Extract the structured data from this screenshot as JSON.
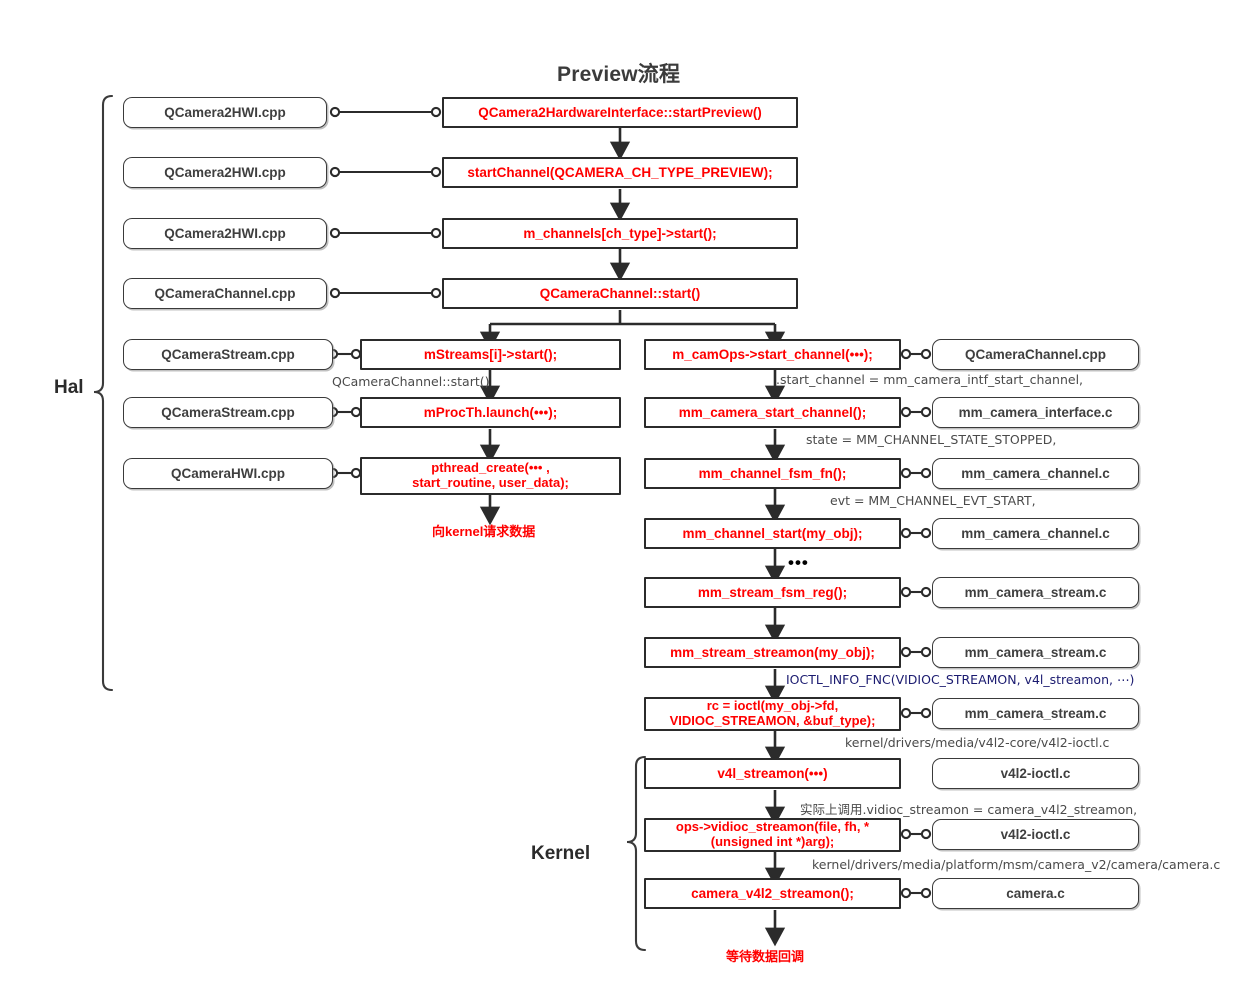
{
  "title": "Preview流程",
  "sections": [
    {
      "label": "Hal",
      "name": "section-label-hal"
    },
    {
      "label": "Kernel",
      "name": "section-label-kernel"
    }
  ],
  "main_chain": [
    {
      "file": "QCamera2HWI.cpp",
      "code": "QCamera2HardwareInterface::startPreview()"
    },
    {
      "file": "QCamera2HWI.cpp",
      "code": "startChannel(QCAMERA_CH_TYPE_PREVIEW);"
    },
    {
      "file": "QCamera2HWI.cpp",
      "code": "m_channels[ch_type]->start();"
    },
    {
      "file": "QCameraChannel.cpp",
      "code": "QCameraChannel::start()"
    }
  ],
  "left_branch": [
    {
      "file": "QCameraStream.cpp",
      "code": "mStreams[i]->start();"
    },
    {
      "file": "QCameraStream.cpp",
      "code": "mProcTh.launch(•••);"
    },
    {
      "file": "QCameraHWI.cpp",
      "code": "pthread_create(••• ,\nstart_routine, user_data);"
    }
  ],
  "left_branch_notes": [
    "QCameraChannel::start()"
  ],
  "left_branch_end": "向kernel请求数据",
  "right_branch": [
    {
      "code": "m_camOps->start_channel(•••);",
      "file": "QCameraChannel.cpp",
      "connector": true
    },
    {
      "code": "mm_camera_start_channel();",
      "file": "mm_camera_interface.c",
      "connector": true
    },
    {
      "code": "mm_channel_fsm_fn();",
      "file": "mm_camera_channel.c",
      "connector": true
    },
    {
      "code": "mm_channel_start(my_obj);",
      "file": "mm_camera_channel.c",
      "connector": true
    },
    {
      "code": "mm_stream_fsm_reg();",
      "file": "mm_camera_stream.c",
      "connector": true
    },
    {
      "code": "mm_stream_streamon(my_obj);",
      "file": "mm_camera_stream.c",
      "connector": true
    },
    {
      "code": "rc = ioctl(my_obj->fd,\nVIDIOC_STREAMON, &buf_type);",
      "file": "mm_camera_stream.c",
      "connector": true
    },
    {
      "code": "v4l_streamon(•••)",
      "file": "v4l2-ioctl.c",
      "connector": false
    },
    {
      "code": "ops->vidioc_streamon(file, fh, *\n(unsigned int *)arg);",
      "file": "v4l2-ioctl.c",
      "connector": true
    },
    {
      "code": "camera_v4l2_streamon();",
      "file": "camera.c",
      "connector": true
    }
  ],
  "right_branch_notes": [
    {
      "text": ".start_channel = mm_camera_intf_start_channel,",
      "style": "plain"
    },
    {
      "text": "state = MM_CHANNEL_STATE_STOPPED,",
      "style": "plain"
    },
    {
      "text": "evt = MM_CHANNEL_EVT_START,",
      "style": "plain"
    },
    {
      "text": "IOCTL_INFO_FNC(VIDIOC_STREAMON, v4l_streamon, ⋯)",
      "style": "blue"
    },
    {
      "text": "kernel/drivers/media/v4l2-core/v4l2-ioctl.c",
      "style": "plain"
    },
    {
      "text": "实际上调用.vidioc_streamon =  camera_v4l2_streamon,",
      "style": "plain"
    },
    {
      "text": "kernel/drivers/media/platform/msm/camera_v2/camera/camera.c",
      "style": "plain"
    }
  ],
  "right_branch_end": "等待数据回调",
  "ellipsis": "•••",
  "colors": {
    "code_text": "#ff0000",
    "file_text": "#3f3f3f",
    "note_text": "#4a4a4a",
    "note_blue": "#1b1b70",
    "stroke": "#2b2b2b",
    "background": "#ffffff"
  }
}
